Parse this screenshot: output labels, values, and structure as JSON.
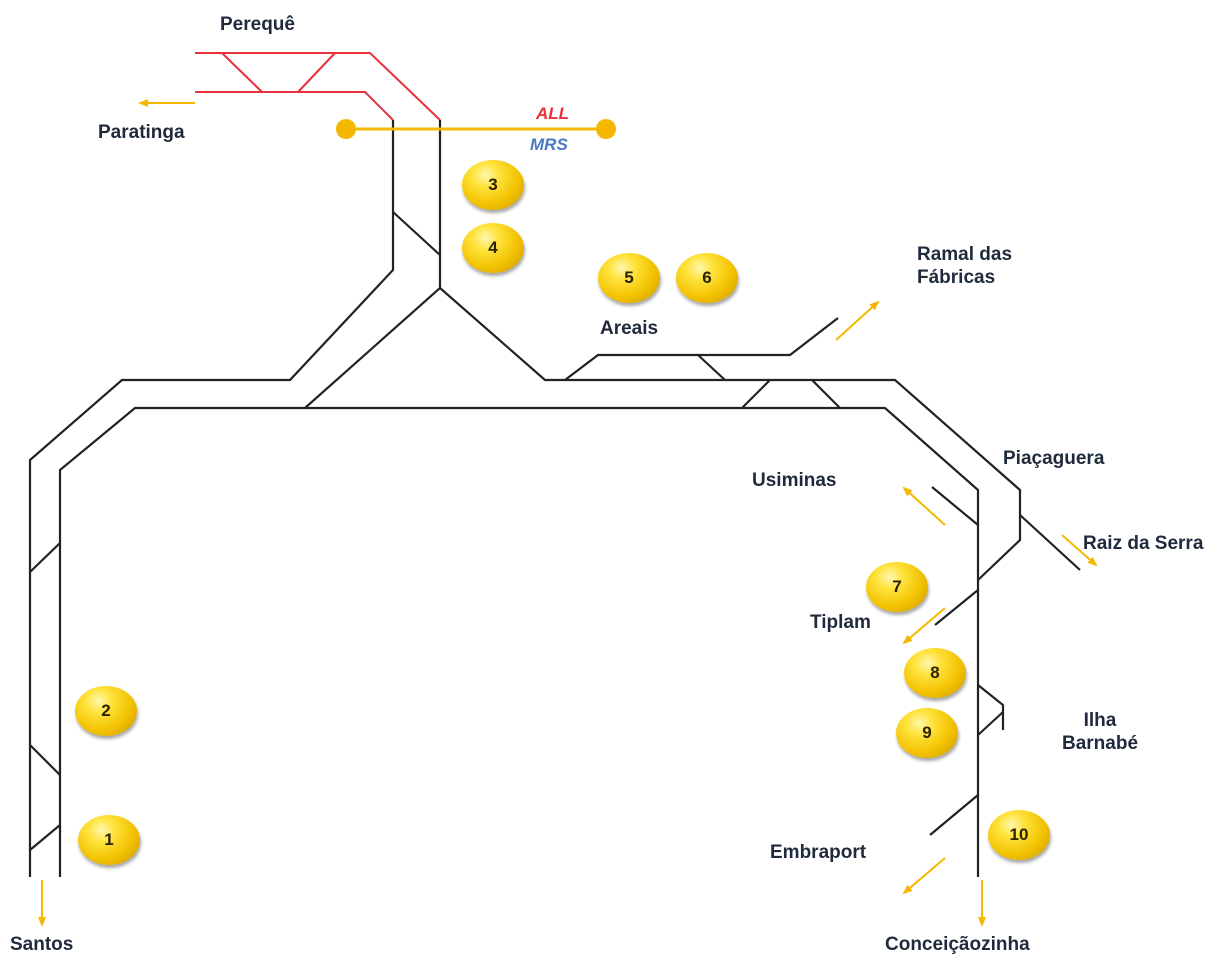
{
  "diagram": {
    "labels": {
      "pereque": "Perequê",
      "paratinga": "Paratinga",
      "areais": "Areais",
      "ramal": "Ramal das Fábricas",
      "piacaguera": "Piaçaguera",
      "usiminas": "Usiminas",
      "raiz": "Raiz da Serra",
      "tiplam": "Tiplam",
      "ilha": "Ilha Barnabé",
      "embraport": "Embraport",
      "santos": "Santos",
      "conceicaozinha": "Conceiçãozinha"
    },
    "legend": {
      "all": "ALL",
      "mrs": "MRS"
    },
    "colors": {
      "all_track": "#e8313a",
      "mrs_track": "#222222",
      "boundary": "#f5b800",
      "arrow": "#f5b800",
      "all_text": "#e8313a",
      "mrs_text": "#4a78c2",
      "label_text": "#1f2a3c"
    },
    "badges": [
      "1",
      "2",
      "3",
      "4",
      "5",
      "6",
      "7",
      "8",
      "9",
      "10"
    ]
  }
}
